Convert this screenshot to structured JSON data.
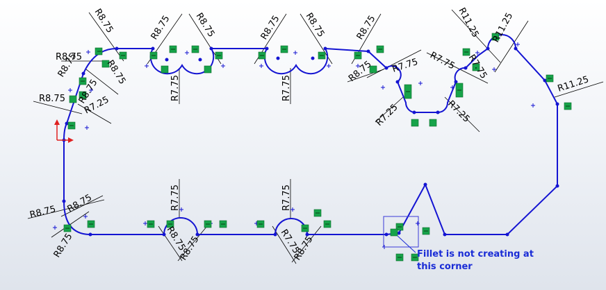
{
  "sketch": {
    "dimensions": [
      {
        "text": "R8.75"
      },
      {
        "text": "R8.75"
      },
      {
        "text": "R8.75"
      },
      {
        "text": "R8.75"
      },
      {
        "text": "R8.75"
      },
      {
        "text": "R8.75"
      },
      {
        "text": "R8.75"
      },
      {
        "text": "R8.75"
      },
      {
        "text": "R8.75"
      },
      {
        "text": "R8.75"
      },
      {
        "text": "R7.25"
      },
      {
        "text": "R8.75"
      },
      {
        "text": "R8.75"
      },
      {
        "text": "R8.75"
      },
      {
        "text": "R8.75"
      },
      {
        "text": "R8.75"
      },
      {
        "text": "R8.75"
      },
      {
        "text": "R7.75"
      },
      {
        "text": "R7.75"
      },
      {
        "text": "R7.75"
      },
      {
        "text": "R7.75"
      },
      {
        "text": "R7.75"
      },
      {
        "text": "R7.75"
      },
      {
        "text": "R7.25"
      },
      {
        "text": "R7.25"
      },
      {
        "text": "R11.25"
      },
      {
        "text": "R11.25"
      },
      {
        "text": "R11.25"
      },
      {
        "text": "R7.75"
      },
      {
        "text": "R7.75"
      },
      {
        "text": "R8.75"
      },
      {
        "text": "R8.75"
      }
    ],
    "note": {
      "line1": "Fillet is not creating at",
      "line2": "this corner"
    },
    "colors": {
      "geometry": "#1414d2",
      "relation": "#17a34a",
      "note": "#1a2cd6",
      "origin_x": "#e02020",
      "origin_y": "#e02020"
    }
  }
}
